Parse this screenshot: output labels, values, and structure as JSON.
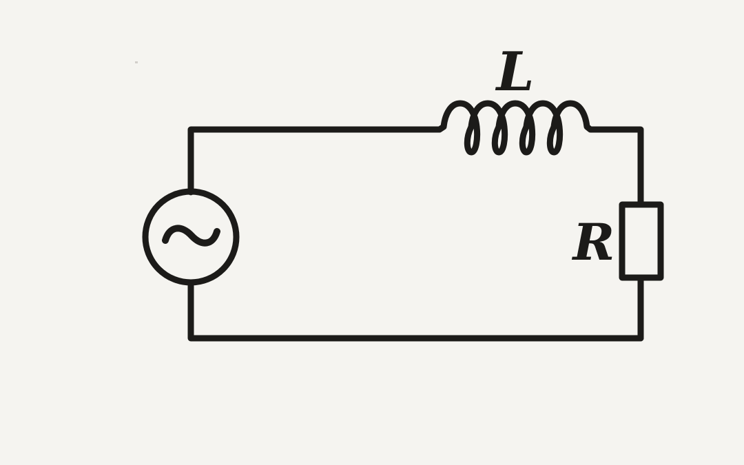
{
  "circuit": {
    "colors": {
      "background": "#f5f4f0",
      "line": "#1c1b19"
    },
    "components": {
      "source": {
        "name": "ac-voltage-source",
        "symbol": "sine-wave-in-circle"
      },
      "inductor": {
        "name": "inductor-coil",
        "label": "L"
      },
      "resistor": {
        "name": "resistor-box",
        "label": "R"
      }
    }
  }
}
